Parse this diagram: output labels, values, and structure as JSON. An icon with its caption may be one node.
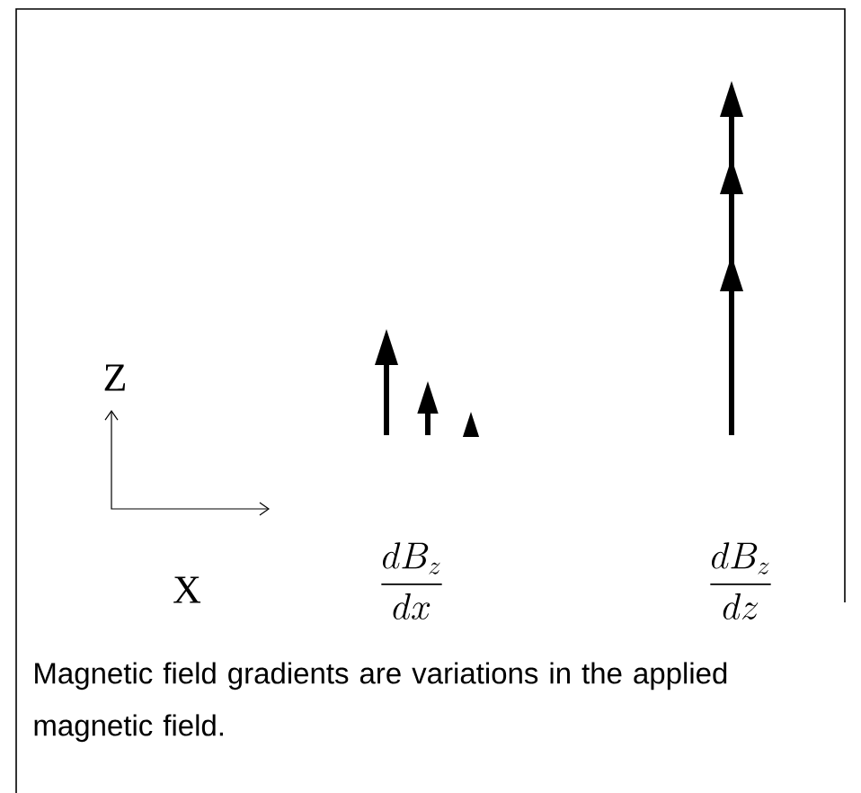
{
  "diagram": {
    "caption": "Magnetic field gradients are variations in the applied magnetic field.",
    "labels": [
      "Z",
      "X",
      "\\frac{dB_z}{dx}",
      "\\frac{dB_z}{dz}"
    ]
  }
}
